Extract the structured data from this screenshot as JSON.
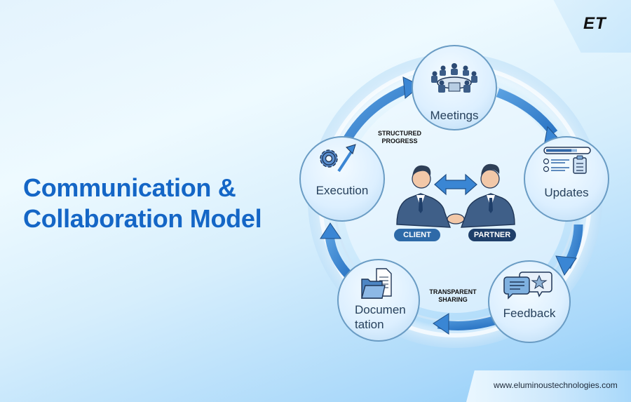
{
  "brand": {
    "logo": "ET",
    "website": "www.eluminoustechnologies.com"
  },
  "title": {
    "line1": "Communication &",
    "line2": "Collaboration Model"
  },
  "center": {
    "left_label": "CLIENT",
    "right_label": "PARTNER",
    "icon": "handshake-double-arrow"
  },
  "nodes": [
    {
      "id": "meetings",
      "label": "Meetings",
      "icon": "meeting-table-icon"
    },
    {
      "id": "updates",
      "label": "Updates",
      "icon": "progress-checklist-icon"
    },
    {
      "id": "feedback",
      "label": "Feedback",
      "icon": "chat-star-icon"
    },
    {
      "id": "documentation",
      "label_line1": "Documen",
      "label_line2": "tation",
      "icon": "folder-document-icon"
    },
    {
      "id": "execution",
      "label": "Execution",
      "icon": "gear-arrow-icon"
    }
  ],
  "captions": {
    "structured": {
      "line1": "STRUCTURED",
      "line2": "PROGRESS"
    },
    "transparent": {
      "line1": "TRANSPARENT",
      "line2": "SHARING"
    }
  },
  "colors": {
    "title": "#1466c6",
    "arrow": "#3a86d4",
    "node_border": "#6a9cc4",
    "client_pill": "#2e6aa8",
    "partner_pill": "#1f3f6a"
  }
}
